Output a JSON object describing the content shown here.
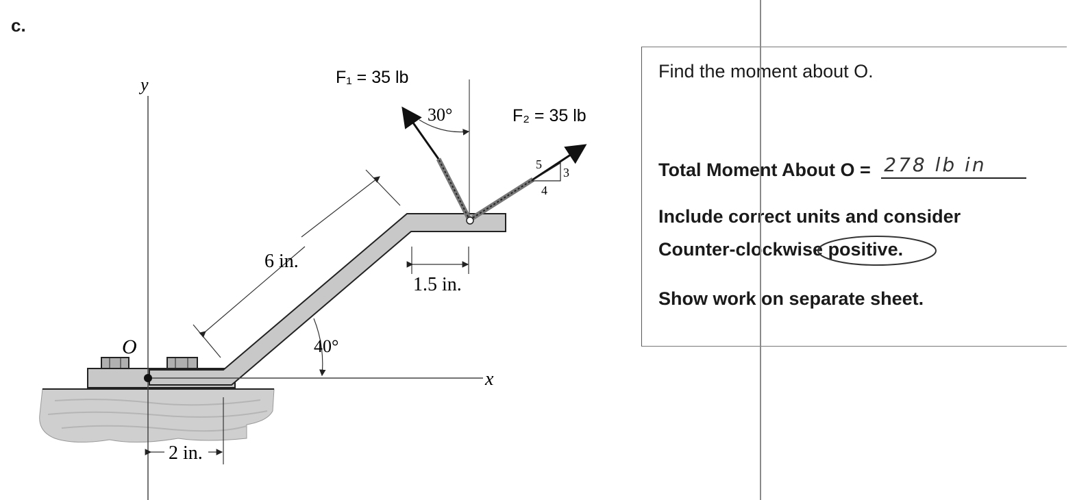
{
  "problem_label": "c.",
  "diagram": {
    "y_axis_label": "y",
    "x_axis_label": "x",
    "origin_label": "O",
    "f1_label": "F₁ = 35 lb",
    "f2_label": "F₂ = 35 lb",
    "angle_30_label": "30°",
    "angle_40_label": "40°",
    "dim_6_label": "6 in.",
    "dim_15_label": "1.5 in.",
    "dim_2_label": "2 in.",
    "slope_hyp": "5",
    "slope_rise": "3",
    "slope_run": "4"
  },
  "info": {
    "prompt": "Find the moment about O.",
    "answer_label": "Total Moment About O =",
    "answer_value": "278  lb in",
    "note_1": "Include correct units and consider",
    "note_2_prefix": "Counter-clockwise ",
    "note_2_circled": "positive.",
    "note_3": "Show work on separate sheet."
  },
  "colors": {
    "ink": "#1a1a1a",
    "bracket_fill": "#c8c8c8",
    "ground_fill": "#cfcfcf"
  }
}
